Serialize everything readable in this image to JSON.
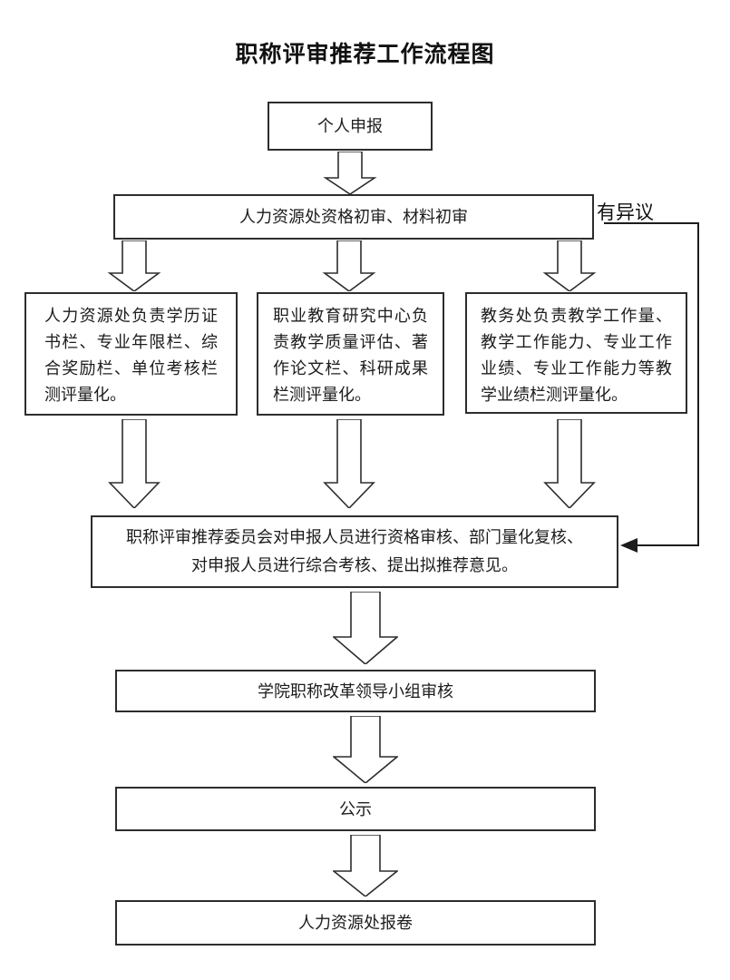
{
  "title": "职称评审推荐工作流程图",
  "nodes": {
    "apply": "个人申报",
    "hr_review": "人力资源处资格初审、材料初审",
    "objection_label": "有异议",
    "hr_quant": "人力资源处负责学历证书栏、专业年限栏、综合奖励栏、单位考核栏测评量化。",
    "voc_center": "职业教育研究中心负责教学质量评估、著作论文栏、科研成果栏测评量化。",
    "academic": "教务处负责教学工作量、教学工作能力、专业工作业绩、专业工作能力等教学业绩栏测评量化。",
    "committee": "职称评审推荐委员会对申报人员进行资格审核、部门量化复核、\n对申报人员进行综合考核、提出拟推荐意见。",
    "leading_group": "学院职称改革领导小组审核",
    "publicity": "公示",
    "filing": "人力资源处报卷"
  },
  "colors": {
    "line": "#2d2d2d",
    "background": "#ffffff"
  }
}
